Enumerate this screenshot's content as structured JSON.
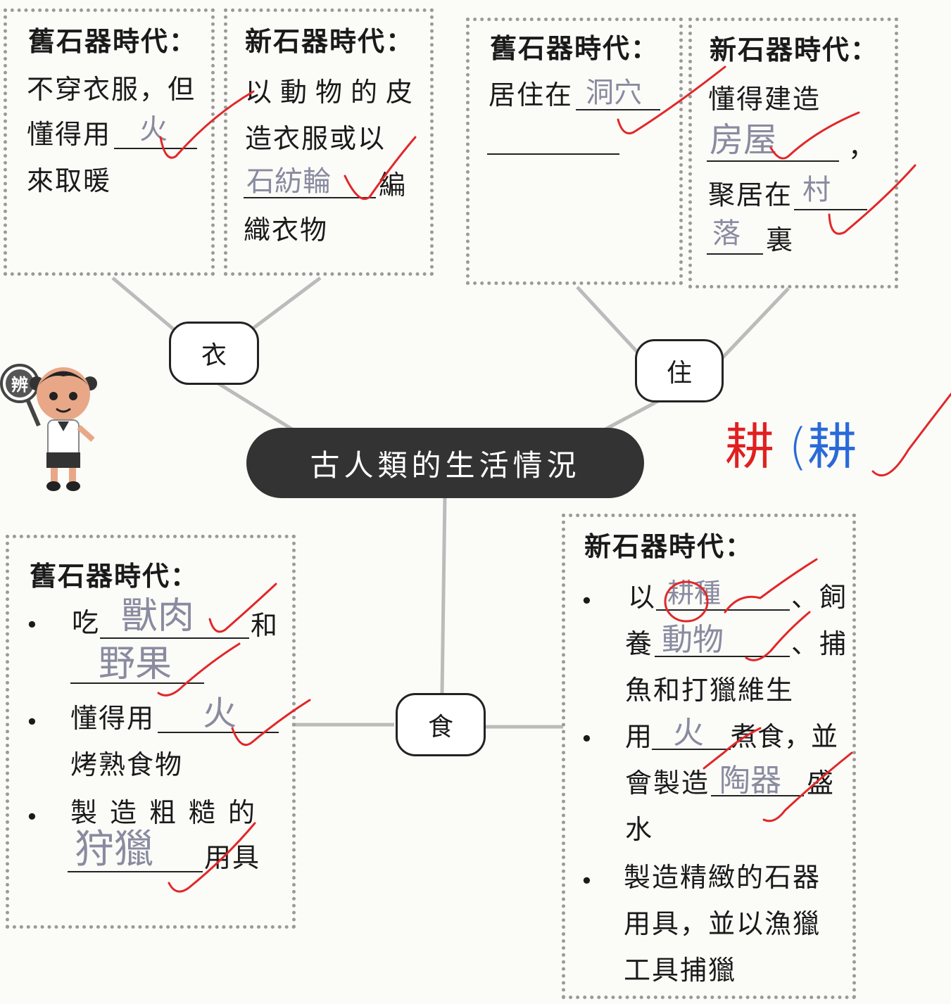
{
  "clothing": {
    "node_label": "衣",
    "old": {
      "heading": "舊石器時代：",
      "lines": [
        "不穿衣服，但",
        "懂得用",
        "來取暖"
      ],
      "answer": "火"
    },
    "new": {
      "heading": "新石器時代：",
      "lines": [
        "以動物的皮",
        "造衣服或以",
        "編",
        "織衣物"
      ],
      "answer": "石紡輪"
    }
  },
  "housing": {
    "node_label": "住",
    "old": {
      "heading": "舊石器時代：",
      "lines": [
        "居住在"
      ],
      "answer": "洞穴"
    },
    "new": {
      "heading": "新石器時代：",
      "lines": [
        "懂得建造",
        "，",
        "聚居在",
        "裏"
      ],
      "answer1": "房屋",
      "answer2a": "村",
      "answer2b": "落"
    }
  },
  "center_title": "古人類的生活情況",
  "correction": {
    "text1": "耕",
    "text2": "(耕"
  },
  "food": {
    "node_label": "食",
    "old": {
      "heading": "舊石器時代：",
      "bullet1": [
        "吃",
        "和"
      ],
      "bullet1_answers": [
        "獸肉",
        "野果"
      ],
      "bullet2": [
        "懂得用",
        "烤熟食物"
      ],
      "bullet2_answer": "火",
      "bullet3": [
        "製造粗糙的",
        "用具"
      ],
      "bullet3_answer": "狩獵"
    },
    "new": {
      "heading": "新石器時代：",
      "bullet1": [
        "以",
        "、飼",
        "養",
        "、捕",
        "魚和打獵維生"
      ],
      "bullet1_answers": [
        "耕種",
        "動物"
      ],
      "bullet2": [
        "用",
        "煮食，並",
        "會製造",
        "盛",
        "水"
      ],
      "bullet2_answers": [
        "火",
        "陶器"
      ],
      "bullet3": [
        "製造精緻的石器",
        "用具，並以漁獵",
        "工具捕獵"
      ]
    }
  },
  "bullet_symbol": "•",
  "mascot_badge": "辨"
}
